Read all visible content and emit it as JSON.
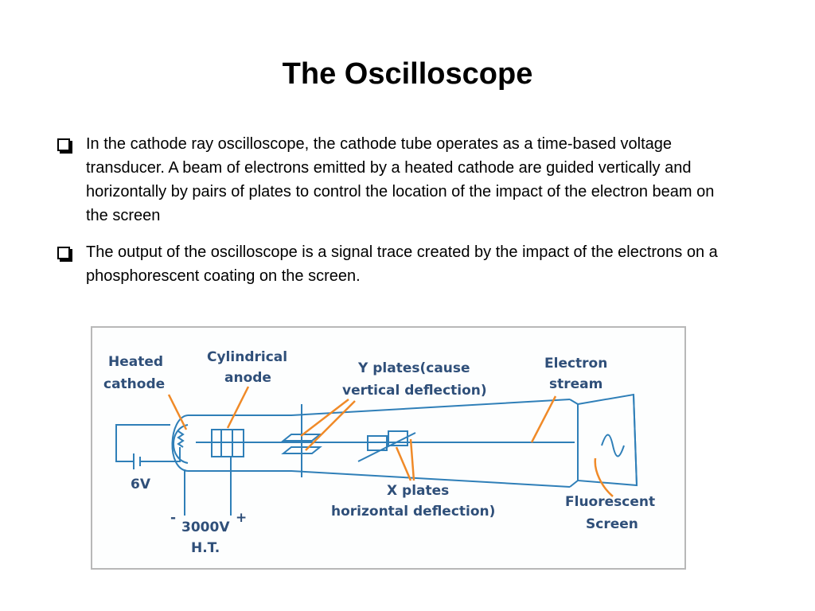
{
  "slide": {
    "title": "The Oscilloscope",
    "bullets": [
      "In the cathode ray oscilloscope, the cathode tube operates as a time-based voltage transducer. A beam of electrons emitted by a heated cathode are guided vertically and horizontally by pairs of plates to control the location of the impact of the electron beam on the screen",
      "The output of the oscilloscope is a signal trace created by the impact of the electrons on a phosphorescent coating on the screen."
    ]
  },
  "diagram": {
    "labels": {
      "heated_cathode_1": "Heated",
      "heated_cathode_2": "cathode",
      "cyl_anode_1": "Cylindrical",
      "cyl_anode_2": "anode",
      "y_plates_1": "Y plates(cause",
      "y_plates_2": "vertical deflection)",
      "electron_stream_1": "Electron",
      "electron_stream_2": "stream",
      "battery": "6V",
      "ht_minus": "-",
      "ht_plus": "+",
      "ht_1": "3000V",
      "ht_2": "H.T.",
      "x_plates_1": "X plates",
      "x_plates_2": "horizontal deflection)",
      "screen_1": "Fluorescent",
      "screen_2": "Screen"
    },
    "colors": {
      "tube": "#2f7fb8",
      "leader": "#f08a28",
      "label": "#2f4f79"
    }
  }
}
